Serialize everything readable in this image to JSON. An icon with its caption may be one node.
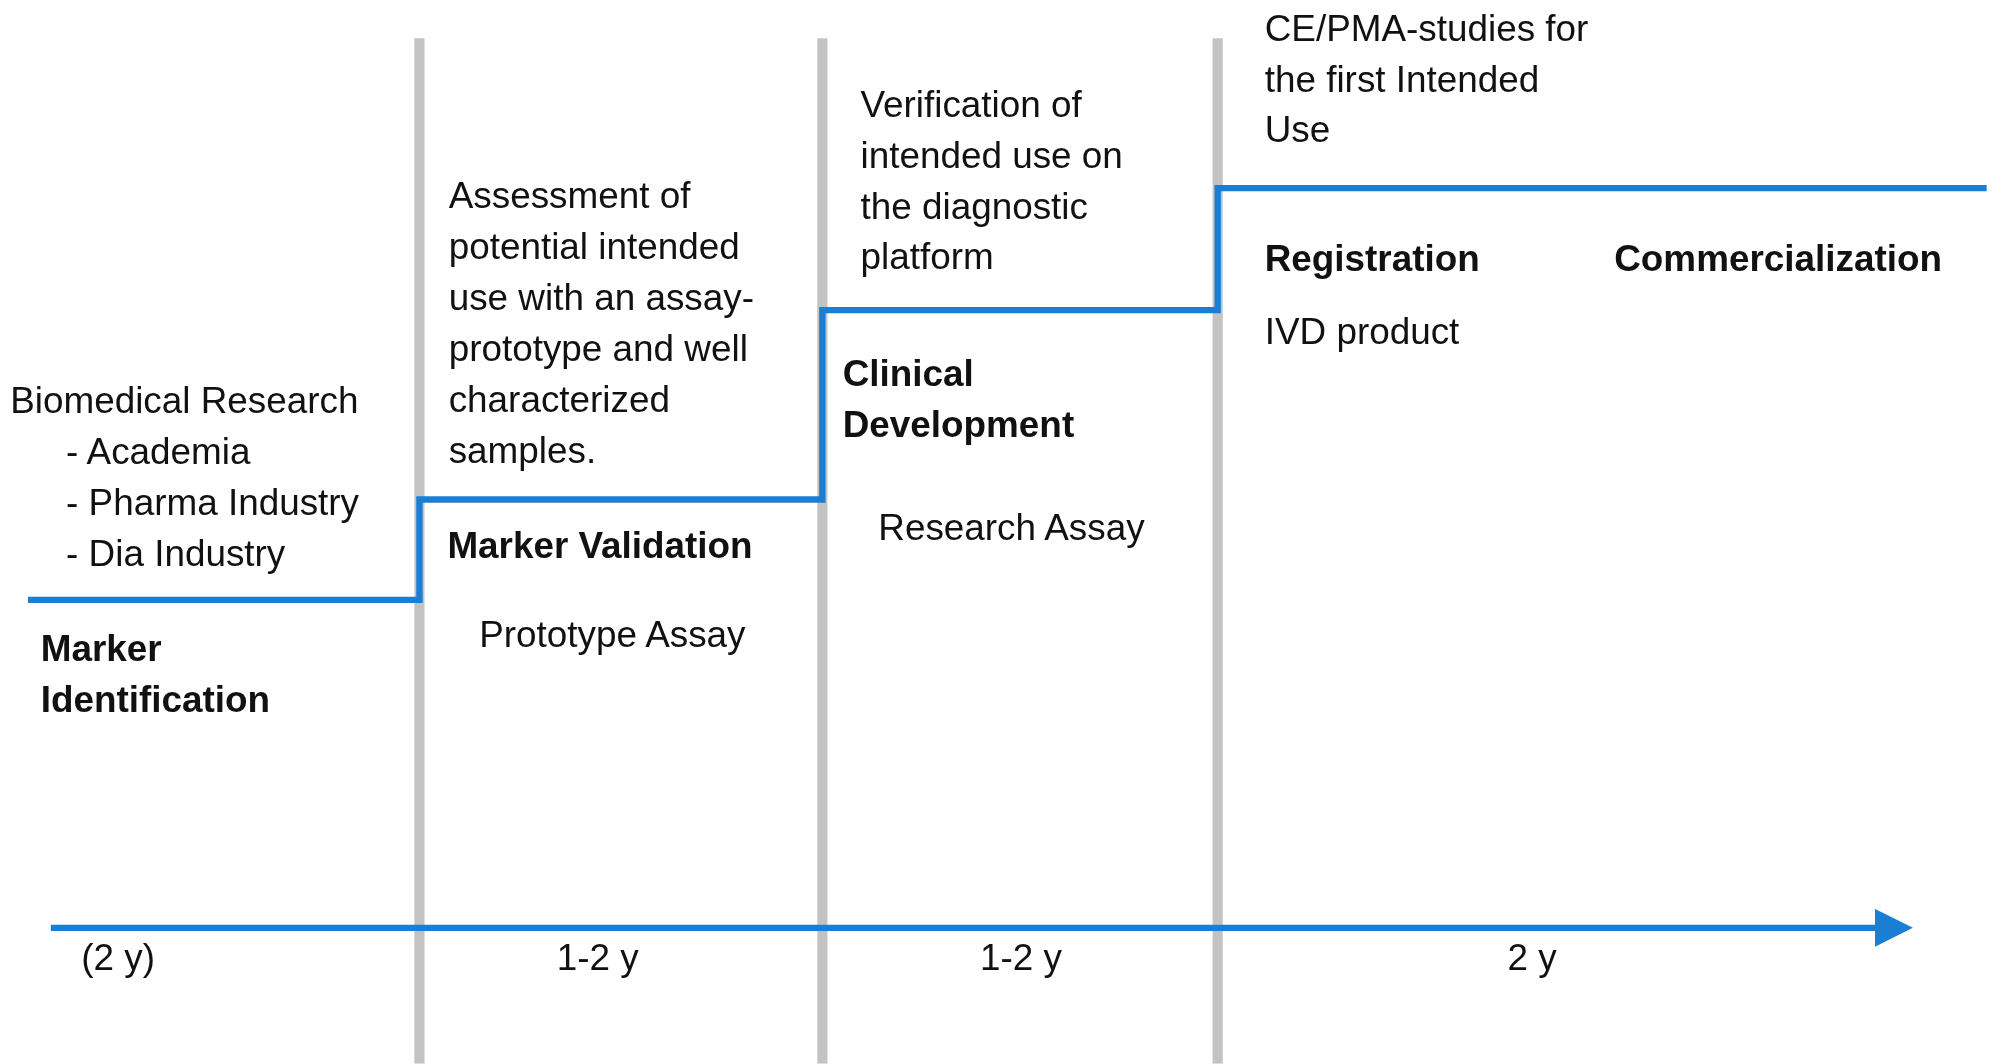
{
  "diagram": {
    "labels": [
      "Biomedical Research",
      "- Academia",
      "- Pharma Industry",
      "- Dia Industry",
      "Marker Identification",
      "Assessment of potential intended use with an assay-prototype and well characterized samples.",
      "Marker Validation",
      "Prototype Assay",
      "Verification of intended use on the  diagnostic platform",
      "Clinical Development",
      "Research Assay",
      "CE/PMA-studies for the first Intended Use",
      "Registration",
      "IVD product",
      "Commercialization",
      "(2 y)",
      "1-2 y",
      "1-2 y",
      "2 y"
    ]
  }
}
